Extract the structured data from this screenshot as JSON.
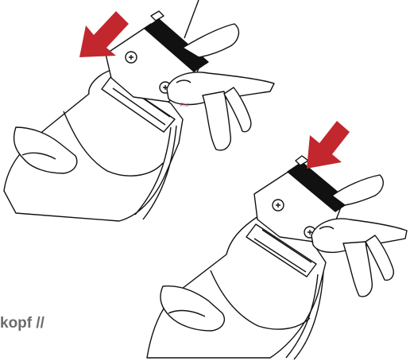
{
  "caption": "kopf //",
  "tiny_label": "Phil",
  "arrows": [
    {
      "name": "press-arrow-top",
      "color": "#c1272d"
    },
    {
      "name": "press-arrow-bottom",
      "color": "#c1272d"
    }
  ],
  "icons": [
    "clipper-illustration",
    "screw-icon",
    "hand-illustration",
    "down-left-arrow-icon"
  ]
}
